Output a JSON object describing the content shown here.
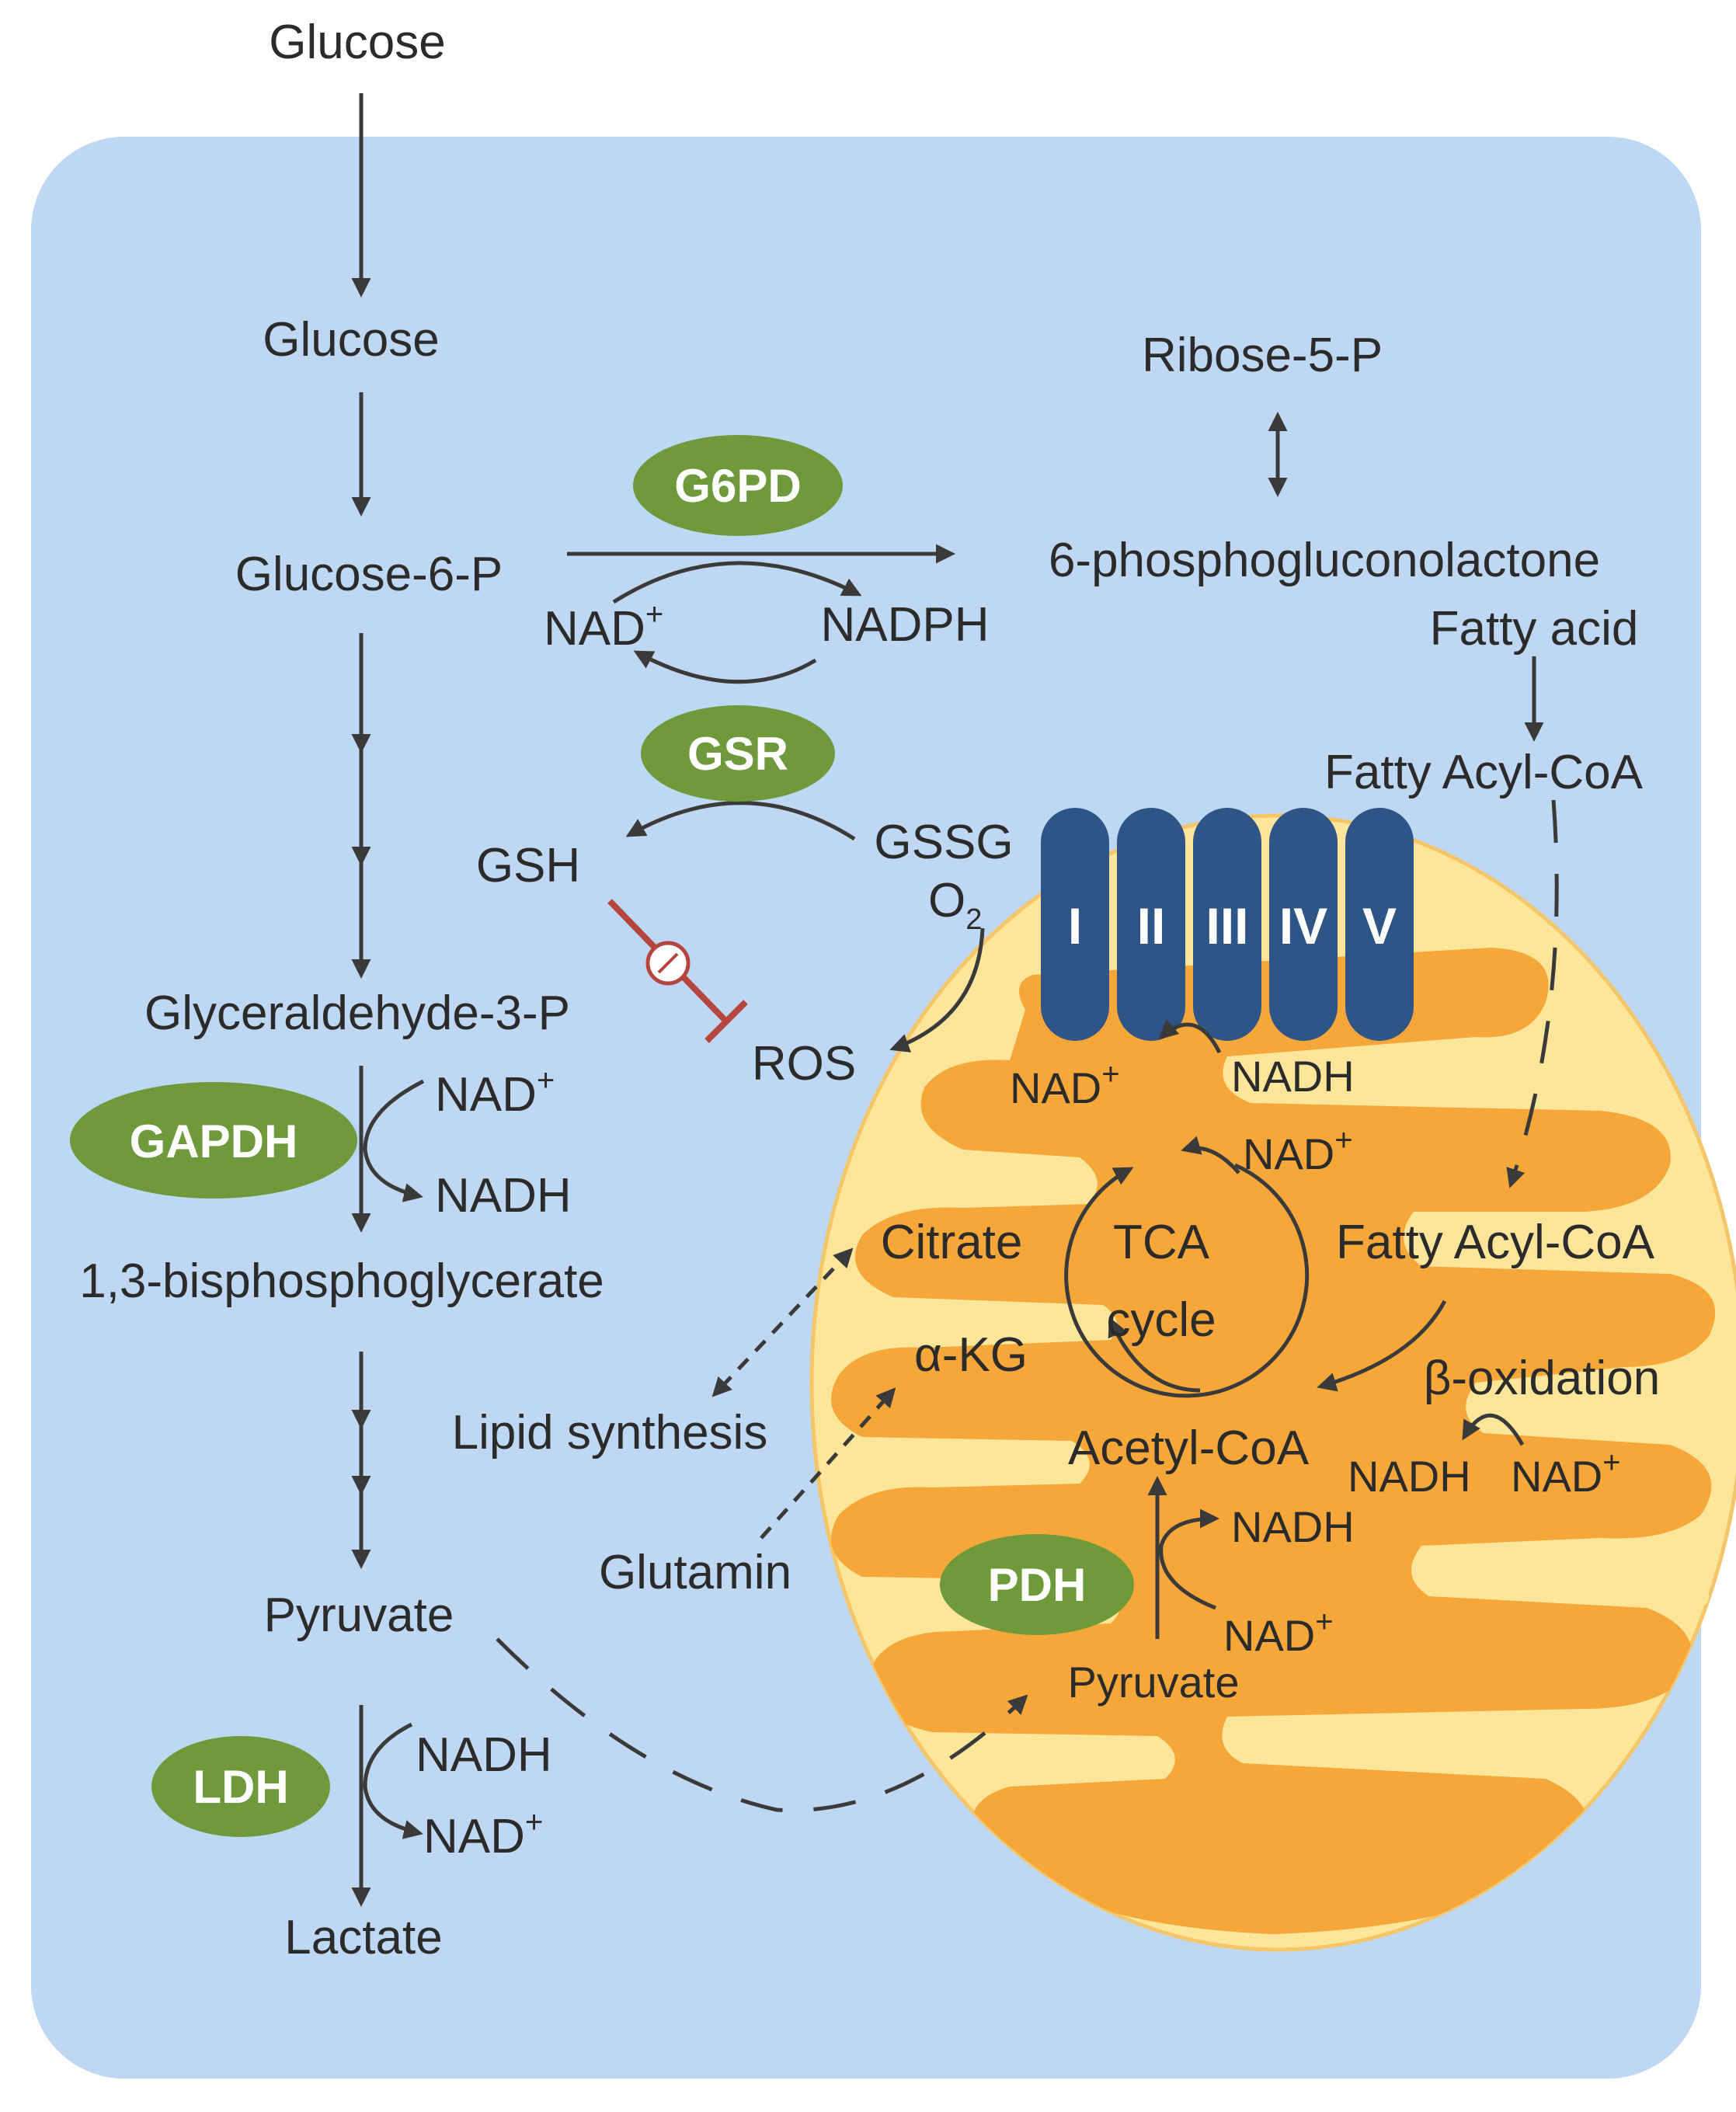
{
  "labels": {
    "glucose_ext": "Glucose",
    "glucose_in": "Glucose",
    "g6p": "Glucose-6-P",
    "ribose": "Ribose-5-P",
    "phosphoglucono": "6-phosphogluconolactone",
    "fatty_acid": "Fatty acid",
    "fatty_acyl_coa_cyto": "Fatty Acyl-CoA",
    "gssg": "GSSG",
    "gsh": "GSH",
    "o2": "O",
    "o2_sub": "2",
    "ros": "ROS",
    "g3p": "Glyceraldehyde-3-P",
    "bpg": "1,3-bisphosphoglycerate",
    "lipid_synthesis": "Lipid synthesis",
    "glutamin": "Glutamin",
    "pyruvate_cyto": "Pyruvate",
    "lactate": "Lactate",
    "citrate": "Citrate",
    "akg": "α-KG",
    "tca_line1": "TCA",
    "tca_line2": "cycle",
    "fatty_acyl_coa_mito": "Fatty Acyl-CoA",
    "beta_oxidation": "β-oxidation",
    "acetyl_coa": "Acetyl-CoA",
    "pyruvate_mito": "Pyruvate"
  },
  "cofactors": {
    "nad": "NAD",
    "plus": "+",
    "nadh": "NADH",
    "nadph": "NADPH"
  },
  "enzymes": {
    "g6pd": "G6PD",
    "gsr": "GSR",
    "gapdh": "GAPDH",
    "ldh": "LDH",
    "pdh": "PDH"
  },
  "complexes": [
    "I",
    "II",
    "III",
    "IV",
    "V"
  ],
  "colors": {
    "cell": "#bed8f3",
    "mito_outer": "#fde59a",
    "mito_inner": "#f6a73a",
    "enzyme": "#6e9a3b",
    "complex": "#2f5586",
    "arrow": "#3a3a3a",
    "inhibit": "#b5463f"
  }
}
